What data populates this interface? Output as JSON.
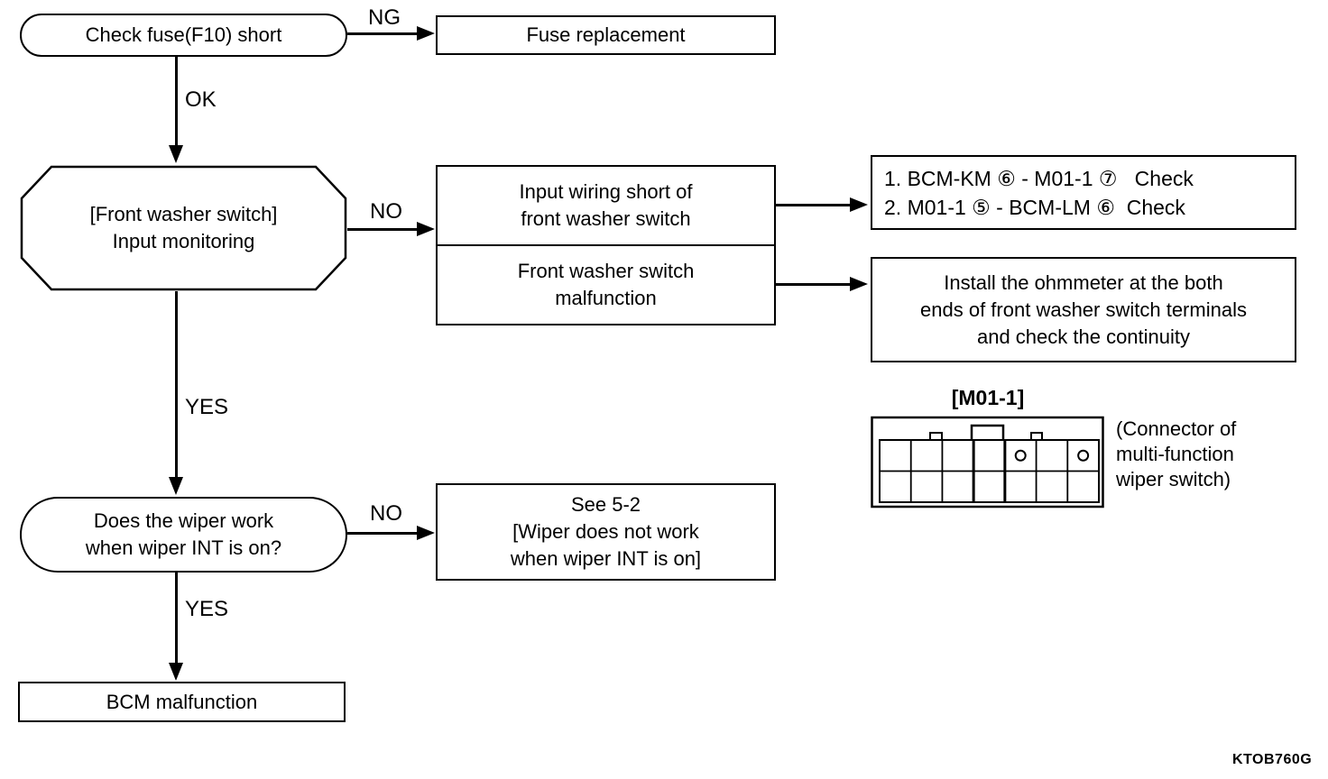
{
  "page": {
    "background": "#ffffff",
    "ink": "#000000"
  },
  "code_label": "KTOB760G",
  "edge_labels": {
    "ng": "NG",
    "ok": "OK",
    "no_input": "NO",
    "yes_input": "YES",
    "no_wiper": "NO",
    "yes_wiper": "YES"
  },
  "nodes": {
    "check_fuse": {
      "text": "Check fuse(F10) short"
    },
    "fuse_replacement": {
      "text": "Fuse replacement"
    },
    "input_monitoring": {
      "line1": "[Front washer switch]",
      "line2": "Input monitoring"
    },
    "input_wiring_short": {
      "line1": "Input wiring short of",
      "line2": "front washer switch"
    },
    "washer_switch_malfunction": {
      "line1": "Front washer switch",
      "line2": "malfunction"
    },
    "terminal_checks": {
      "line1": "1. BCM-KM ⑥ - M01-1 ⑦   Check",
      "line2": "2. M01-1 ⑤ - BCM-LM ⑥  Check"
    },
    "ohmmeter_instruction": {
      "line1": "Install the ohmmeter at the both",
      "line2": "ends of front washer switch terminals",
      "line3": "and check the continuity"
    },
    "wiper_int_question": {
      "line1": "Does the wiper work",
      "line2": "when wiper INT is on?"
    },
    "see_5_2": {
      "line1": "See 5-2",
      "line2": "[Wiper does not work",
      "line3": "when wiper INT is on]"
    },
    "bcm_malfunction": {
      "text": "BCM malfunction"
    }
  },
  "connector": {
    "title": "[M01-1]",
    "caption": {
      "line1": "(Connector of",
      "line2": "multi-function",
      "line3": "wiper switch)"
    },
    "grid": {
      "cols": 7,
      "rows": 2,
      "pin_holes": [
        {
          "row": 0,
          "col": 4
        },
        {
          "row": 0,
          "col": 6
        }
      ]
    }
  }
}
